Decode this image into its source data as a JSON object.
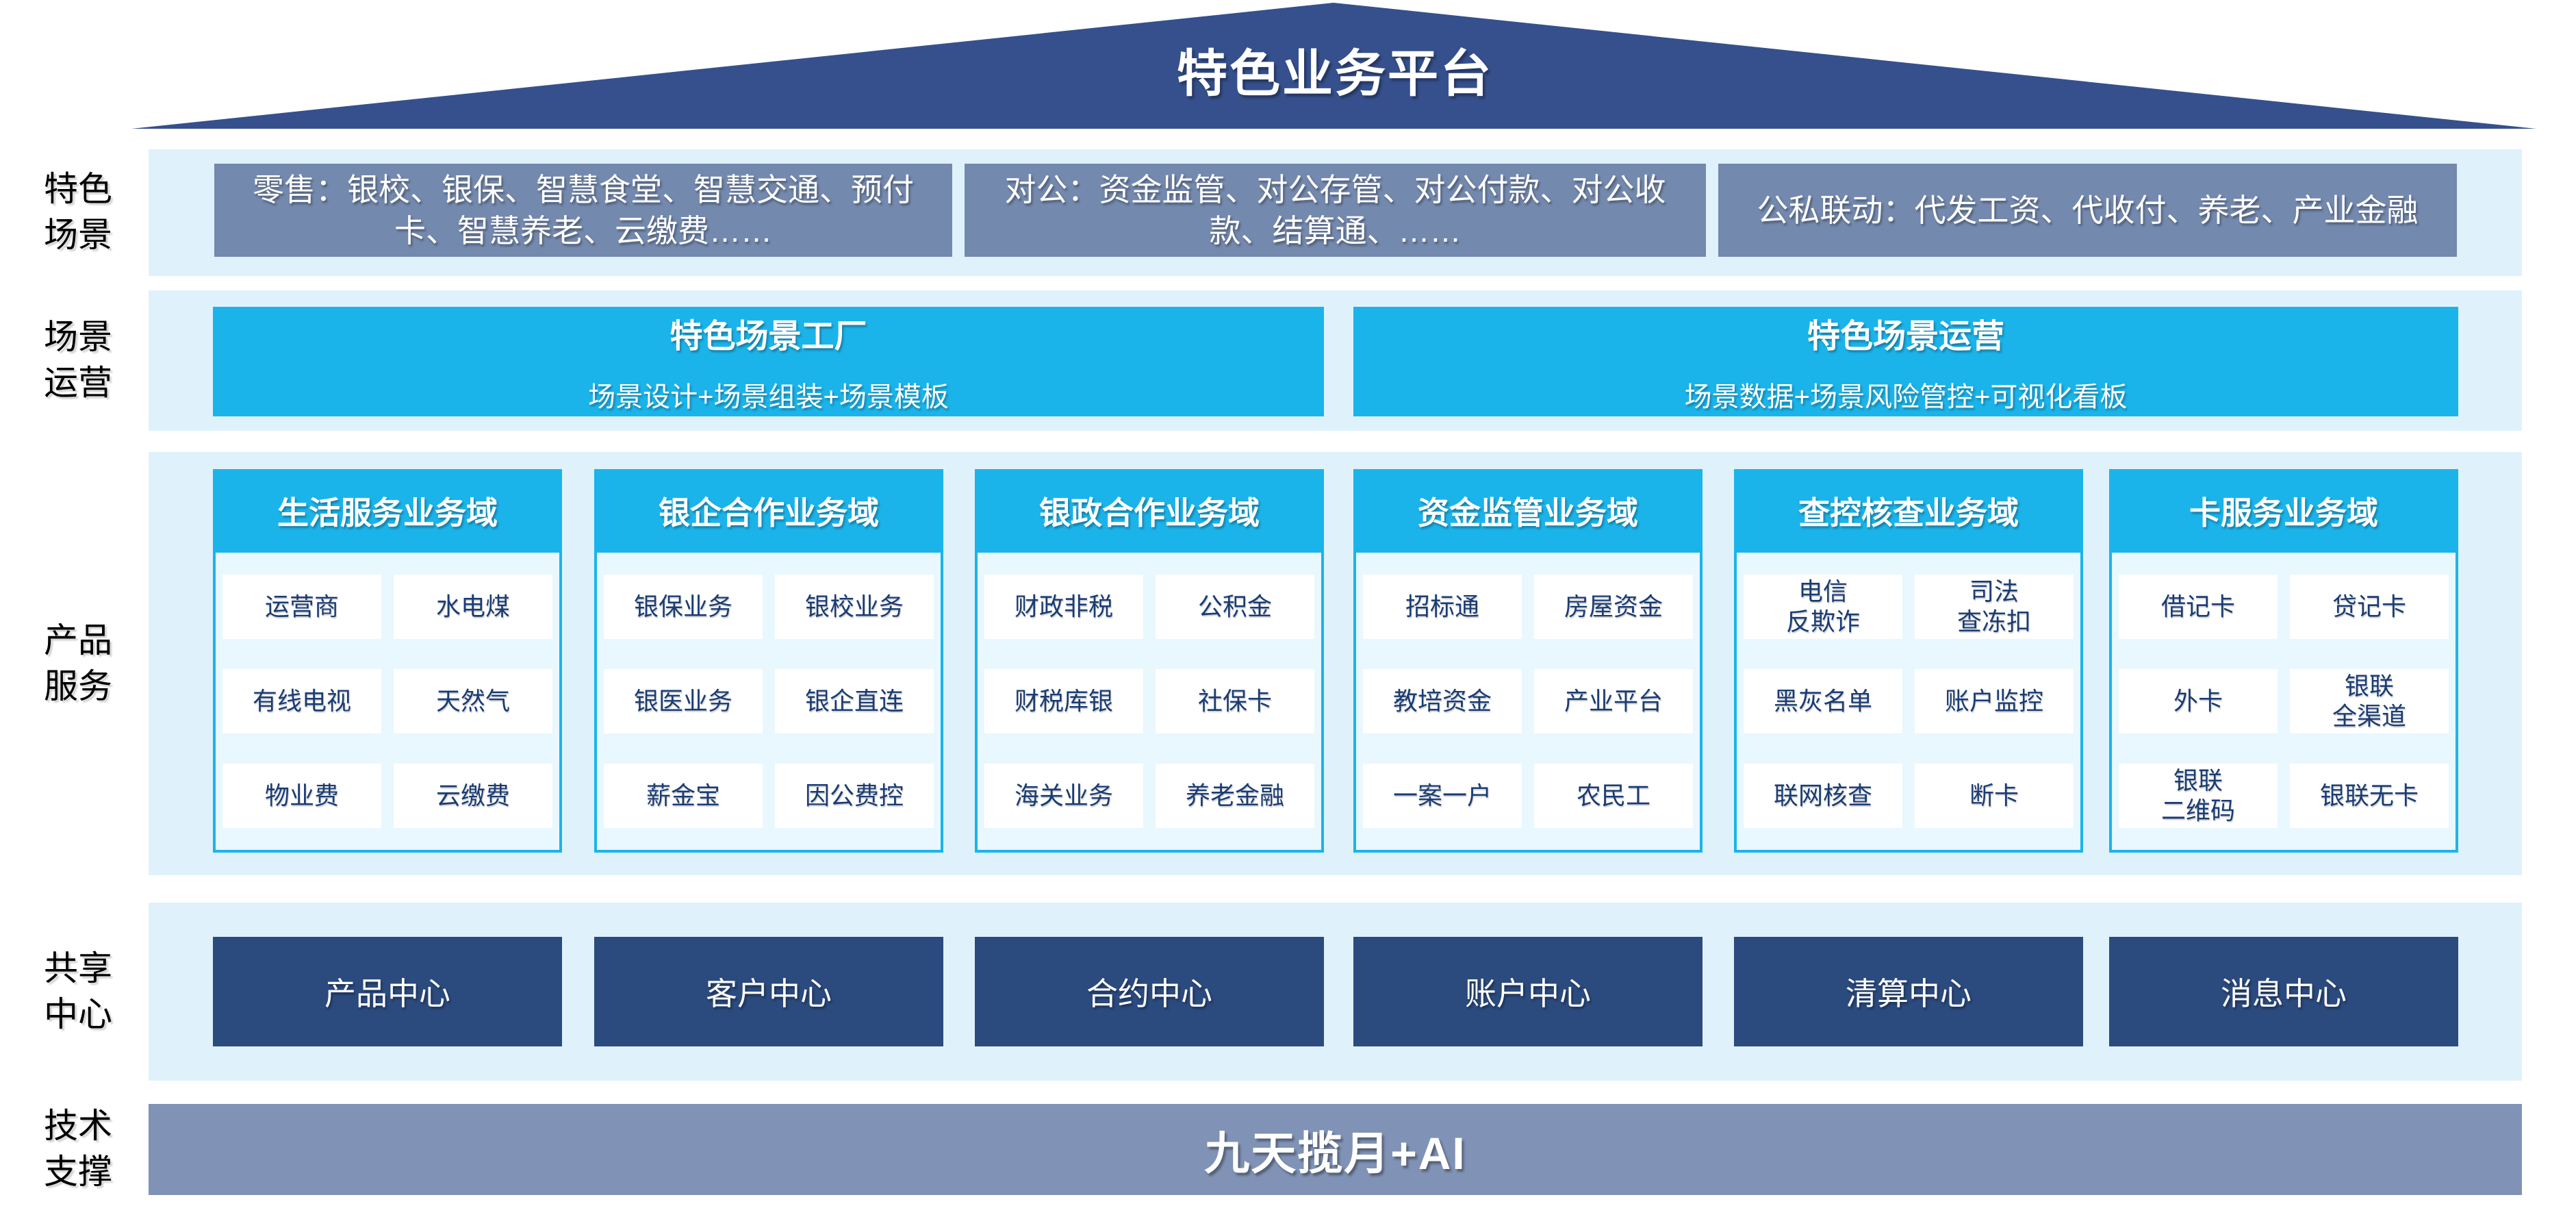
{
  "colors": {
    "roof": "#35508C",
    "scene_box": "#7489AE",
    "band": "#DFF2FB",
    "accent_cyan": "#1BB4EA",
    "column_body": "#E9F7FE",
    "cell_bg": "#FFFFFF",
    "cell_text": "#1A3C74",
    "center_box": "#2B4A7E",
    "tech_bar": "#8093B6",
    "label_text": "#000000"
  },
  "roof": {
    "title": "特色业务平台"
  },
  "side_labels": [
    [
      "特色",
      "场景"
    ],
    [
      "场景",
      "运营"
    ],
    [
      "产品",
      "服务"
    ],
    [
      "共享",
      "中心"
    ],
    [
      "技术",
      "支撑"
    ]
  ],
  "scene_row": {
    "boxes": [
      "零售：银校、银保、智慧食堂、智慧交通、预付卡、智慧养老、云缴费……",
      "对公：资金监管、对公存管、对公付款、对公收款、结算通、……",
      "公私联动：代发工资、代收付、养老、产业金融"
    ]
  },
  "ops_row": {
    "boxes": [
      {
        "title": "特色场景工厂",
        "subtitle": "场景设计+场景组装+场景模板"
      },
      {
        "title": "特色场景运营",
        "subtitle": "场景数据+场景风险管控+可视化看板"
      }
    ]
  },
  "product_columns": [
    {
      "header": "生活服务业务域",
      "cells": [
        "运营商",
        "水电煤",
        "有线电视",
        "天然气",
        "物业费",
        "云缴费"
      ]
    },
    {
      "header": "银企合作业务域",
      "cells": [
        "银保业务",
        "银校业务",
        "银医业务",
        "银企直连",
        "薪金宝",
        "因公费控"
      ]
    },
    {
      "header": "银政合作业务域",
      "cells": [
        "财政非税",
        "公积金",
        "财税库银",
        "社保卡",
        "海关业务",
        "养老金融"
      ]
    },
    {
      "header": "资金监管业务域",
      "cells": [
        "招标通",
        "房屋资金",
        "教培资金",
        "产业平台",
        "一案一户",
        "农民工"
      ]
    },
    {
      "header": "查控核查业务域",
      "cells": [
        "电信\n反欺诈",
        "司法\n查冻扣",
        "黑灰名单",
        "账户监控",
        "联网核查",
        "断卡"
      ]
    },
    {
      "header": "卡服务业务域",
      "cells": [
        "借记卡",
        "贷记卡",
        "外卡",
        "银联\n全渠道",
        "银联\n二维码",
        "银联无卡"
      ]
    }
  ],
  "shared_row": {
    "boxes": [
      "产品中心",
      "客户中心",
      "合约中心",
      "账户中心",
      "清算中心",
      "消息中心"
    ]
  },
  "tech_row": {
    "text": "九天揽月+AI"
  }
}
